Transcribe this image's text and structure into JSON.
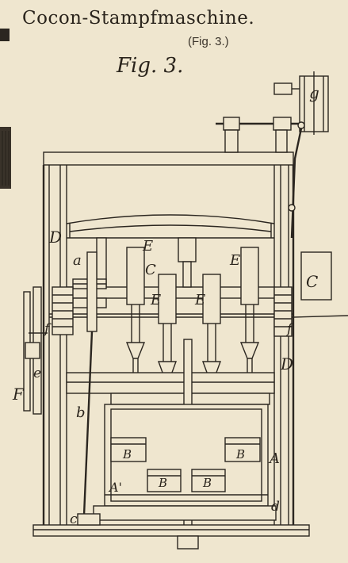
{
  "title": "Cocon-Stampfmaschine.",
  "subtitle": "(Fig. 3.)",
  "figure_label": "Fig. 3.",
  "part_labels": {
    "a": "a",
    "b": "b",
    "c": "c",
    "C_top": "C",
    "C_right": "C",
    "D_left": "D",
    "D_right": "D",
    "d": "d",
    "e": "e",
    "f_left": "f",
    "f_right": "f",
    "F": "F",
    "g": "g",
    "E1": "E",
    "E2": "E",
    "E3": "E",
    "E4": "E",
    "B1": "B",
    "B2": "B",
    "B3": "B",
    "B4": "B",
    "A_right": "A",
    "A_prime": "A'"
  }
}
